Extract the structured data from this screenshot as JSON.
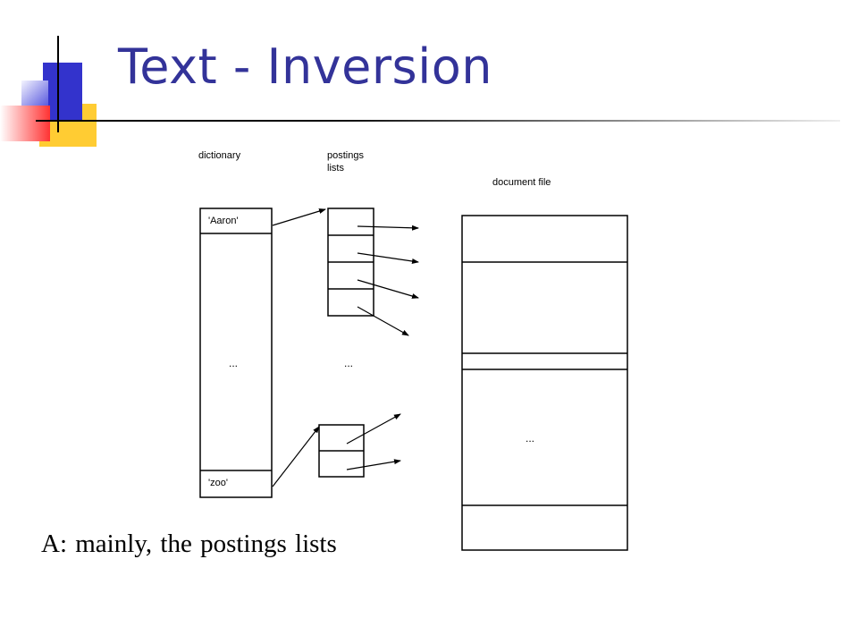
{
  "slide": {
    "title": "Text - Inversion",
    "answer": "A: mainly, the postings lists"
  },
  "diagram": {
    "dictionary_label": "dictionary",
    "postings_label_line1": "postings",
    "postings_label_line2": "lists",
    "document_file_label": "document file",
    "first_term": "'Aaron'",
    "last_term": "'zoo'",
    "ellipsis": "..."
  },
  "colors": {
    "title": "#333399",
    "accent_blue": "#3333cc",
    "accent_red": "#ff3333",
    "accent_yellow": "#ffcc33"
  }
}
